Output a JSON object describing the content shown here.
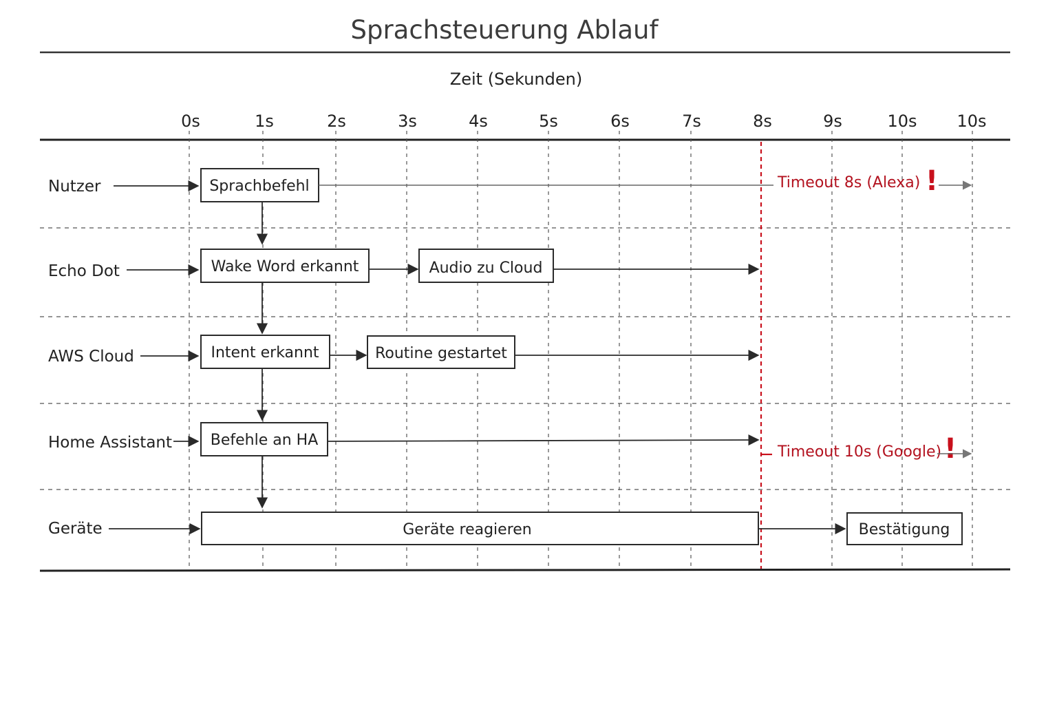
{
  "title": "Sprachsteuerung Ablauf",
  "axis_title": "Zeit (Sekunden)",
  "ticks": [
    "0s",
    "1s",
    "2s",
    "3s",
    "4s",
    "5s",
    "6s",
    "7s",
    "8s",
    "9s",
    "10s",
    "10s"
  ],
  "lanes": [
    "Nutzer",
    "Echo Dot",
    "AWS Cloud",
    "Home Assistant",
    "Geräte"
  ],
  "boxes": {
    "sprachbefehl": "Sprachbefehl",
    "wake_word": "Wake Word erkannt",
    "audio_cloud": "Audio zu Cloud",
    "intent": "Intent erkannt",
    "routine": "Routine gestartet",
    "befehle_ha": "Befehle an HA",
    "geraete_reagieren": "Geräte reagieren",
    "bestaetigung": "Bestätigung"
  },
  "timeouts": {
    "alexa": "Timeout 8s (Alexa)",
    "google": "Timeout 10s (Google)",
    "mark": "!"
  },
  "colors": {
    "timeout_red": "#c8101c",
    "line": "#2a2a2a"
  }
}
